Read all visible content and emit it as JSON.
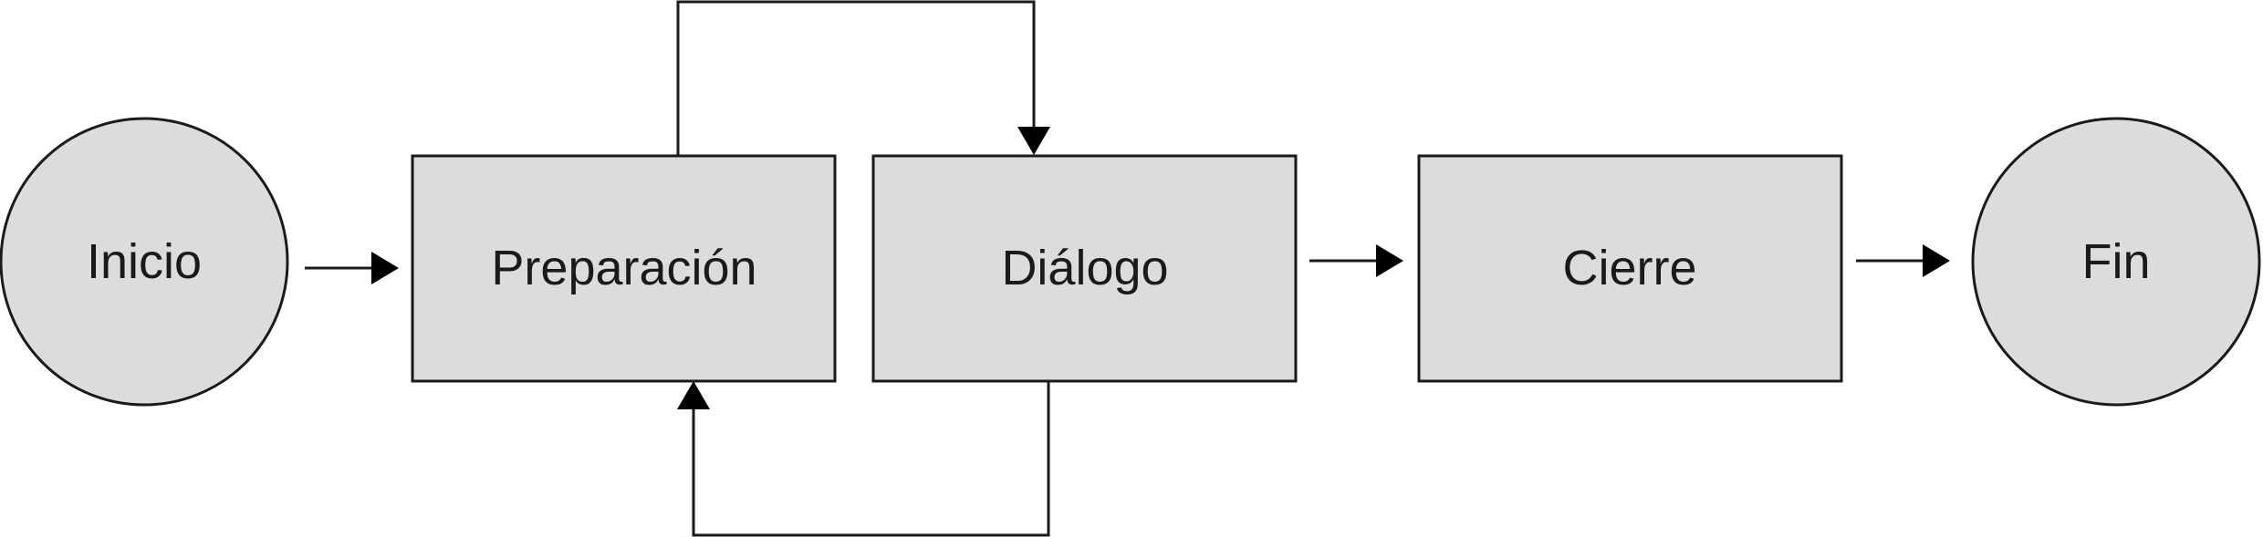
{
  "diagram": {
    "type": "flowchart",
    "colors": {
      "node_fill": "#dcdcdc",
      "stroke": "#1a1a1a",
      "background": "#ffffff"
    },
    "nodes": {
      "inicio": {
        "label": "Inicio",
        "shape": "circle"
      },
      "preparacion": {
        "label": "Preparación",
        "shape": "rectangle"
      },
      "dialogo": {
        "label": "Diálogo",
        "shape": "rectangle"
      },
      "cierre": {
        "label": "Cierre",
        "shape": "rectangle"
      },
      "fin": {
        "label": "Fin",
        "shape": "circle"
      }
    },
    "edges": [
      {
        "from": "Inicio",
        "to": "Preparación"
      },
      {
        "from": "Preparación",
        "to": "Diálogo"
      },
      {
        "from": "Diálogo",
        "to": "Preparación"
      },
      {
        "from": "Diálogo",
        "to": "Cierre"
      },
      {
        "from": "Cierre",
        "to": "Fin"
      }
    ]
  }
}
